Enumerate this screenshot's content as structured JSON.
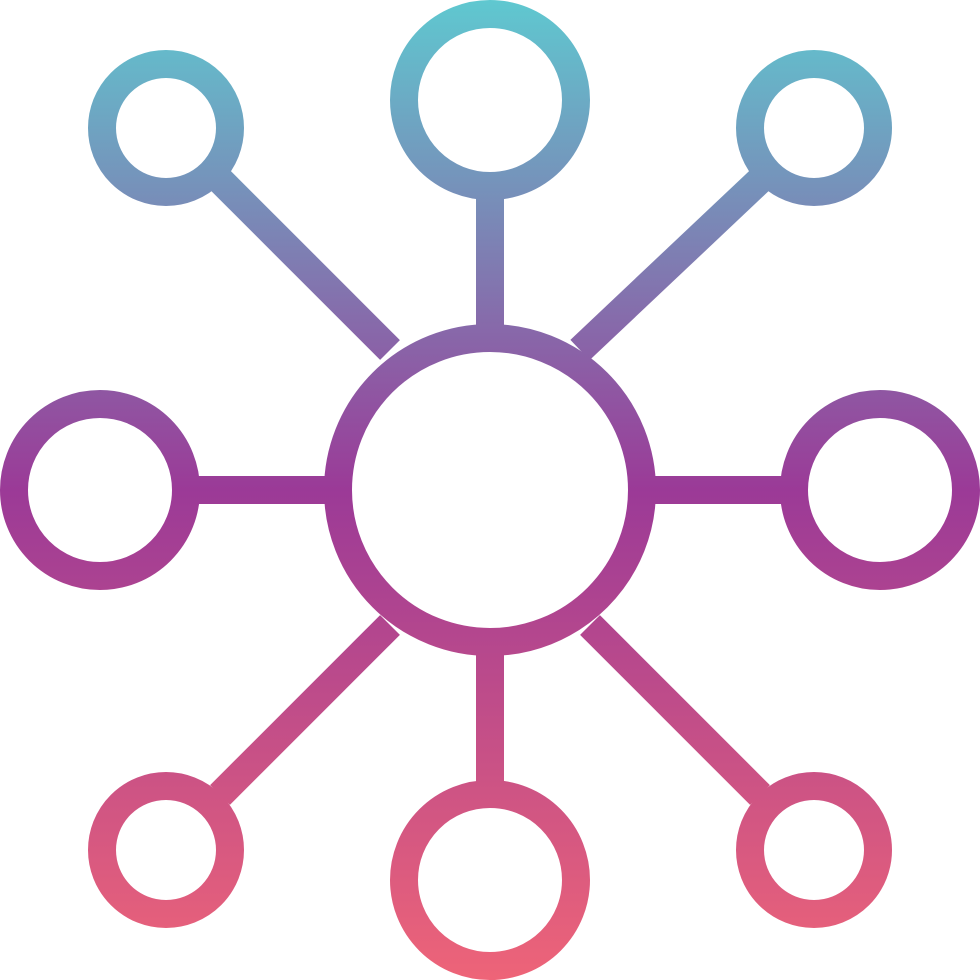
{
  "icon": {
    "name": "network-hub-icon",
    "style": "outline",
    "gradient": {
      "top": "#5fc8d0",
      "middle": "#9b3a97",
      "bottom": "#ee6478"
    },
    "background": "#ffffff",
    "center_node": "hub",
    "satellite_nodes": [
      "top",
      "top-right",
      "right",
      "bottom-right",
      "bottom",
      "bottom-left",
      "left",
      "top-left"
    ]
  }
}
